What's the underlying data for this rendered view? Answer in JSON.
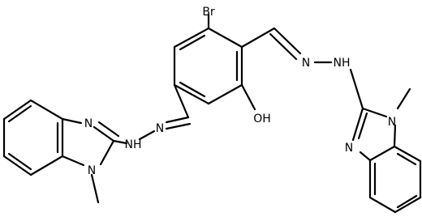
{
  "molecule": {
    "atoms": {
      "br": "Br",
      "oh": "OH",
      "n_left_imine": "N",
      "n_left_methyl": "N",
      "nh_left": "NH",
      "n_left_hydrazone": "N",
      "nh_right": "NH",
      "n_right_hydrazone": "N",
      "n_right_imine": "N",
      "n_right_methyl": "N"
    }
  }
}
